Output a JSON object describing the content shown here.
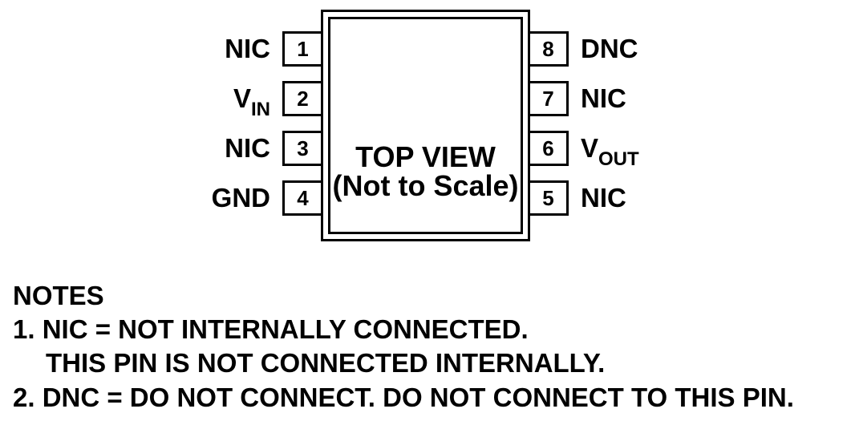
{
  "package": {
    "view_line1": "TOP VIEW",
    "view_line2": "(Not to Scale)"
  },
  "pins": [
    {
      "number": "1",
      "label": "NIC"
    },
    {
      "number": "2",
      "label_main": "V",
      "label_sub": "IN"
    },
    {
      "number": "3",
      "label": "NIC"
    },
    {
      "number": "4",
      "label": "GND"
    },
    {
      "number": "5",
      "label": "NIC"
    },
    {
      "number": "6",
      "label_main": "V",
      "label_sub": "OUT"
    },
    {
      "number": "7",
      "label": "NIC"
    },
    {
      "number": "8",
      "label": "DNC"
    }
  ],
  "notes": {
    "heading": "NOTES",
    "note1_line1": "1. NIC = NOT INTERNALLY CONNECTED.",
    "note1_line2": "THIS PIN IS NOT CONNECTED INTERNALLY.",
    "note2": "2. DNC = DO NOT CONNECT. DO NOT CONNECT TO THIS PIN."
  }
}
